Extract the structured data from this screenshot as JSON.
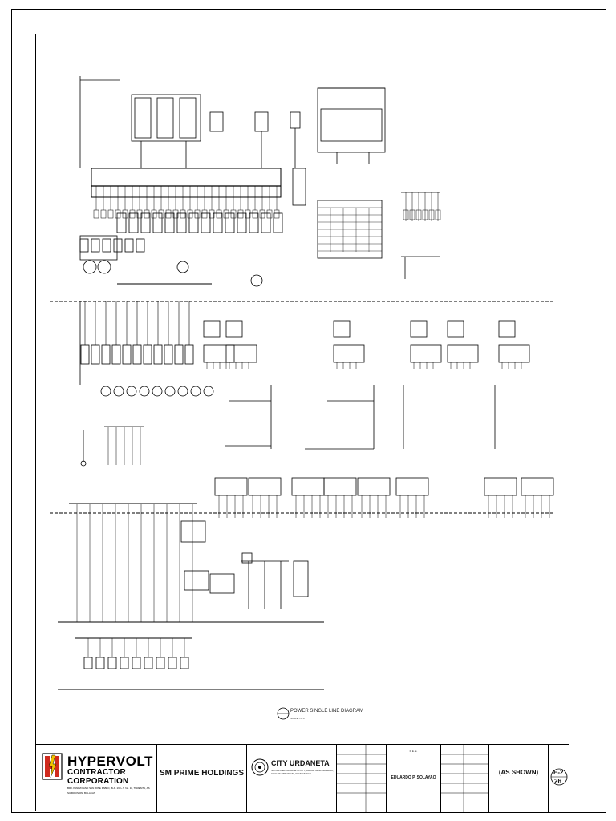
{
  "drawing": {
    "caption_title": "POWER SINGLE LINE DIAGRAM",
    "caption_scale": "SCALE:          NTS"
  },
  "title_block": {
    "company_name": "HYPERVOLT",
    "company_sub": "CONTRACTOR CORPORATION",
    "company_address": "BRY. PANDAY AND SAN JOSE PABLO, BLK. 16, L.T. No. 16, TERESITA, AS SUBDIVISION, BULACAN",
    "client": "SM PRIME HOLDINGS",
    "project_name": "CITY URDANETA",
    "project_address": "SM CENTER URDANETA CITY, MACARTHUR HIGHWAY, CITY OF URDANETA, PANGASINAN",
    "engineer": "EDUARDO P. SOLAYAO",
    "engineer_title": "P. E. E.",
    "scale_value": "(AS SHOWN)",
    "sheet_number": "E-2",
    "sheet_total": "26",
    "colors": {
      "ink": "#000000",
      "logo_red": "#d02a1e",
      "logo_yellow": "#f2c200"
    }
  }
}
